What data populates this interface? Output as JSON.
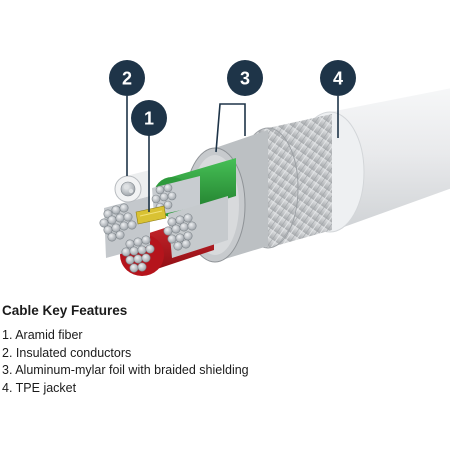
{
  "callouts": [
    "1",
    "2",
    "3",
    "4"
  ],
  "features": {
    "title": "Cable Key Features",
    "items": [
      "1. Aramid fiber",
      "2. Insulated conductors",
      "3. Aluminum-mylar foil with braided shielding",
      "4. TPE jacket"
    ]
  },
  "colors": {
    "callout_fill": "#1e3448",
    "leader_line": "#1e3448",
    "jacket": "#e9eaec",
    "braid": "#c9cbcd",
    "foil": "#b8bbbe",
    "wire_green": "#2e9a3c",
    "wire_red": "#b5141c",
    "strand": "#c2c6ca",
    "aramid": "#d9c233"
  },
  "icons": [
    "cable-cross-section-illustration"
  ]
}
